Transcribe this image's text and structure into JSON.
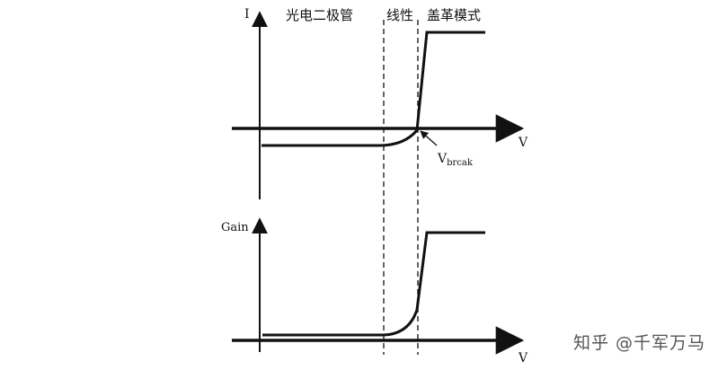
{
  "regions": {
    "photodiode": "光电二极管",
    "linear": "线性",
    "geiger": "盖革模式"
  },
  "top_plot": {
    "y_label": "I",
    "x_label": "V",
    "annotation_main": "V",
    "annotation_sub": "brcak"
  },
  "bottom_plot": {
    "y_label": "Gain",
    "x_label": "V"
  },
  "watermark": "知乎 @千军万马",
  "colors": {
    "ink": "#111111",
    "background": "#ffffff"
  }
}
